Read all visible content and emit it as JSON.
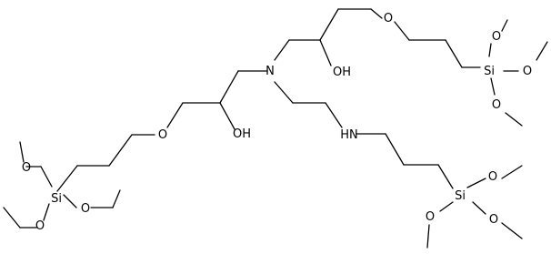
{
  "labels": {
    "n_center": "N",
    "nh_amine": "HN",
    "oh_left": "OH",
    "oh_right": "OH",
    "o_ether_left": "O",
    "o_ether_right": "O",
    "si_left": "Si",
    "si_right_top": "Si",
    "si_right_bottom": "Si",
    "o_si_left_top": "O",
    "o_si_left_right": "O",
    "o_si_left_bottom": "O",
    "o_si_rt_top": "O",
    "o_si_rt_right": "O",
    "o_si_rt_bottom": "O",
    "o_si_rb_right": "O",
    "o_si_rb_left": "O",
    "o_si_rb_bottom": "O"
  }
}
